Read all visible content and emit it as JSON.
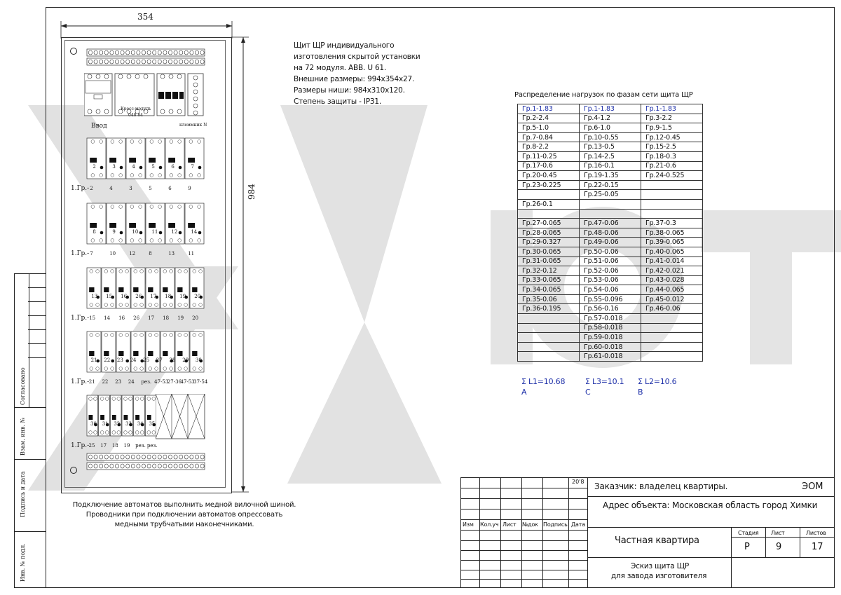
{
  "drawing": {
    "width_dim": "354",
    "height_dim": "984",
    "description": [
      "Щит ЩР индивидуального",
      "изготовления скрытой установки",
      "на 72 модуля. ABB. U 61.",
      "Внешние размеры: 994x354x27.",
      "Размеры ниши: 984x310x120.",
      "Степень защиты - IP31."
    ],
    "note": [
      "Подключение автоматов выполнить медной вилочной  шиной.",
      "Проводники при подключении автоматов опрессовать",
      "медными трубчатыми наконечниками."
    ]
  },
  "panel": {
    "vvod_label": "Ввод",
    "cross_module": "Кросс-модуль",
    "cross_code": "048 84",
    "terminal_label": "клеммник N",
    "group_label": "1.Гр.-",
    "rows": [
      {
        "top_nums": [
          "2",
          "3",
          "4",
          "5",
          "6",
          "7"
        ],
        "extra_top": "",
        "bottom_nums": [
          "2",
          "4",
          "3",
          "5",
          "6",
          "9"
        ]
      },
      {
        "top_nums": [
          "8",
          "9",
          "10",
          "11",
          "12",
          "14"
        ],
        "extra_top": "",
        "bottom_nums": [
          "7",
          "10",
          "12",
          "8",
          "13",
          "11"
        ]
      },
      {
        "top_nums": [
          "13",
          "15",
          "16",
          "26",
          "17",
          "18",
          "19",
          "20"
        ],
        "extra_top": "",
        "bottom_nums": [
          "15",
          "14",
          "16",
          "26",
          "17",
          "18",
          "19",
          "20"
        ]
      },
      {
        "top_nums": [
          "21",
          "22",
          "23",
          "24",
          "25",
          "27",
          "28",
          "29",
          "30"
        ],
        "extra_top": "",
        "bottom_nums": [
          "21",
          "22",
          "23",
          "24",
          "рез.",
          "47-53",
          "27-36",
          "47-53",
          "37-54"
        ]
      },
      {
        "top_nums": [
          "30",
          "31",
          "32",
          "33",
          "34",
          "35"
        ],
        "extra_top": "",
        "bottom_nums": [
          "25",
          "17",
          "18",
          "19",
          "рез.",
          "рез."
        ]
      }
    ]
  },
  "distribution": {
    "title": "Распределение нагрузок по фазам сети щита ЩР",
    "header": [
      "Гр.1-1.83",
      "Гр.1-1.83",
      "Гр.1-1.83"
    ],
    "rows": [
      [
        "Гр.2-2.4",
        "Гр.4-1.2",
        "Гр.3-2.2"
      ],
      [
        "Гр.5-1.0",
        "Гр.6-1.0",
        "Гр.9-1.5"
      ],
      [
        "Гр.7-0.84",
        "Гр.10-0.55",
        "Гр.12-0.45"
      ],
      [
        "Гр.8-2.2",
        "Гр.13-0.5",
        "Гр.15-2.5"
      ],
      [
        "Гр.11-0.25",
        "Гр.14-2.5",
        "Гр.18-0.3"
      ],
      [
        "Гр.17-0.6",
        "Гр.16-0.1",
        "Гр.21-0.6"
      ],
      [
        "Гр.20-0.45",
        "Гр.19-1.35",
        "Гр.24-0.525"
      ],
      [
        "Гр.23-0.225",
        "Гр.22-0.15",
        ""
      ],
      [
        "",
        "Гр.25-0.05",
        ""
      ],
      [
        "Гр.26-0.1",
        "",
        ""
      ],
      [
        "",
        "",
        ""
      ],
      [
        "Гр.27-0.065",
        "Гр.47-0.06",
        "Гр.37-0.3"
      ],
      [
        "Гр.28-0.065",
        "Гр.48-0.06",
        "Гр.38-0.065"
      ],
      [
        "Гр.29-0.327",
        "Гр.49-0.06",
        "Гр.39-0.065"
      ],
      [
        "Гр.30-0.065",
        "Гр.50-0.06",
        "Гр.40-0.065"
      ],
      [
        "Гр.31-0.065",
        "Гр.51-0.06",
        "Гр.41-0.014"
      ],
      [
        "Гр.32-0.12",
        "Гр.52-0.06",
        "Гр.42-0.021"
      ],
      [
        "Гр.33-0.065",
        "Гр.53-0.06",
        "Гр.43-0.028"
      ],
      [
        "Гр.34-0.065",
        "Гр.54-0.06",
        "Гр.44-0.065"
      ],
      [
        "Гр.35-0.06",
        "Гр.55-0.096",
        "Гр.45-0.012"
      ],
      [
        "Гр.36-0.195",
        "Гр.56-0.16",
        "Гр.46-0.06"
      ],
      [
        "",
        "Гр.57-0.018",
        ""
      ],
      [
        "",
        "Гр.58-0.018",
        ""
      ],
      [
        "",
        "Гр.59-0.018",
        ""
      ],
      [
        "",
        "Гр.60-0.018",
        ""
      ],
      [
        "",
        "Гр.61-0.018",
        ""
      ]
    ],
    "sums": [
      {
        "label": "Σ L1=10.68",
        "phase": "A"
      },
      {
        "label": "Σ L3=10.1",
        "phase": "C"
      },
      {
        "label": "Σ L2=10.6",
        "phase": "B"
      }
    ]
  },
  "title_block": {
    "year": "20'8",
    "customer": "Заказчик: владелец квартиры.",
    "code": "ЭОМ",
    "address": "Адрес объекта: Московская область  город Химки",
    "cols": [
      "Изм",
      "Кол.уч",
      "Лист",
      "№док",
      "Подпись",
      "Дата"
    ],
    "object": "Частная квартира",
    "stage_label": "Стадия",
    "sheet_label": "Лист",
    "sheets_label": "Листов",
    "stage": "Р",
    "sheet": "9",
    "sheets": "17",
    "doc_title_1": "Эскиз щита ЩР",
    "doc_title_2": "для завода изготовителя"
  },
  "side_stamp": [
    "Согласовано",
    "Взам. инв. №",
    "Подпись и дата",
    "Инв. № подл."
  ]
}
